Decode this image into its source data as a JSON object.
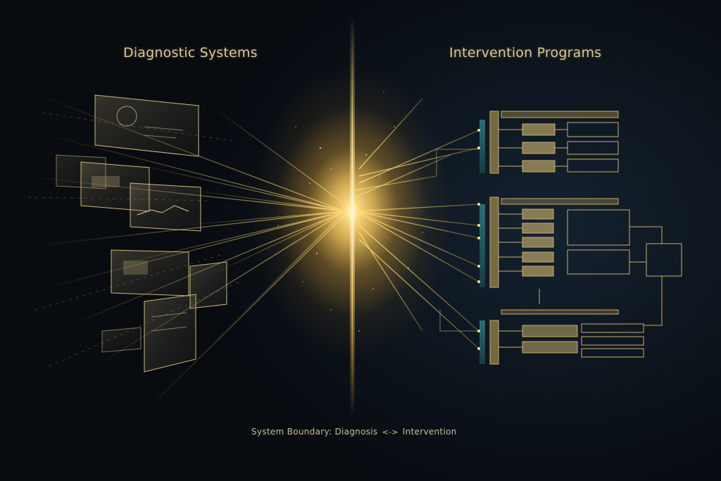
{
  "left_section": {
    "title": "Diagnostic Systems"
  },
  "right_section": {
    "title": "Intervention Programs"
  },
  "caption": {
    "prefix": "System Boundary: Diagnosis",
    "arrow_icon": "bidirectional-arrow-icon",
    "arrow_glyph": "<->",
    "suffix": "Intervention"
  },
  "colors": {
    "background": "#0b0f14",
    "gold_accent": "#e8b84a",
    "glow_core": "#fff3c4",
    "panel_line": "#b9a46a",
    "teal_accent": "#2f7f86",
    "text": "#d9c99a"
  }
}
